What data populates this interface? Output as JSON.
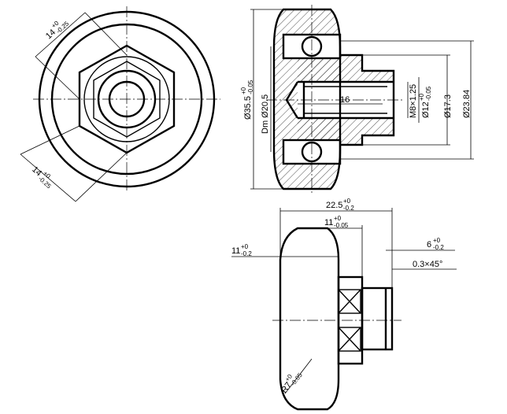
{
  "front_view": {
    "hex_top_dim": {
      "base": "14",
      "tol_upper": "+0",
      "tol_lower": "-0.25"
    },
    "hex_bottom_dim": {
      "base": "14",
      "tol_upper": "+0",
      "tol_lower": "-0.25"
    }
  },
  "section_view": {
    "outer_dia": {
      "base": "Ø35.5",
      "tol_upper": "+0",
      "tol_lower": "-0.05"
    },
    "pitch_dia": {
      "text": "Dm Ø20.5"
    },
    "thread": {
      "text": "M8×1.25"
    },
    "thread_depth": {
      "text": "16"
    },
    "bore_dia": {
      "base": "Ø12",
      "tol_upper": "+0",
      "tol_lower": "-0.05"
    },
    "boss_dia": {
      "text": "Ø17.3"
    },
    "flange_dia": {
      "text": "Ø23.84"
    }
  },
  "side_view": {
    "overall_width": {
      "base": "22.5",
      "tol_upper": "+0",
      "tol_lower": "-0.2"
    },
    "inner_width": {
      "base": "11",
      "tol_upper": "+0",
      "tol_lower": "-0.05"
    },
    "left_width": {
      "base": "11",
      "tol_upper": "+0",
      "tol_lower": "-0.2"
    },
    "boss_len": {
      "base": "6",
      "tol_upper": "+0",
      "tol_lower": "-0.2"
    },
    "chamfer": {
      "text": "0.3×45°"
    },
    "radius": {
      "base": "R7",
      "tol_upper": "+0",
      "tol_lower": "-0.05"
    }
  }
}
